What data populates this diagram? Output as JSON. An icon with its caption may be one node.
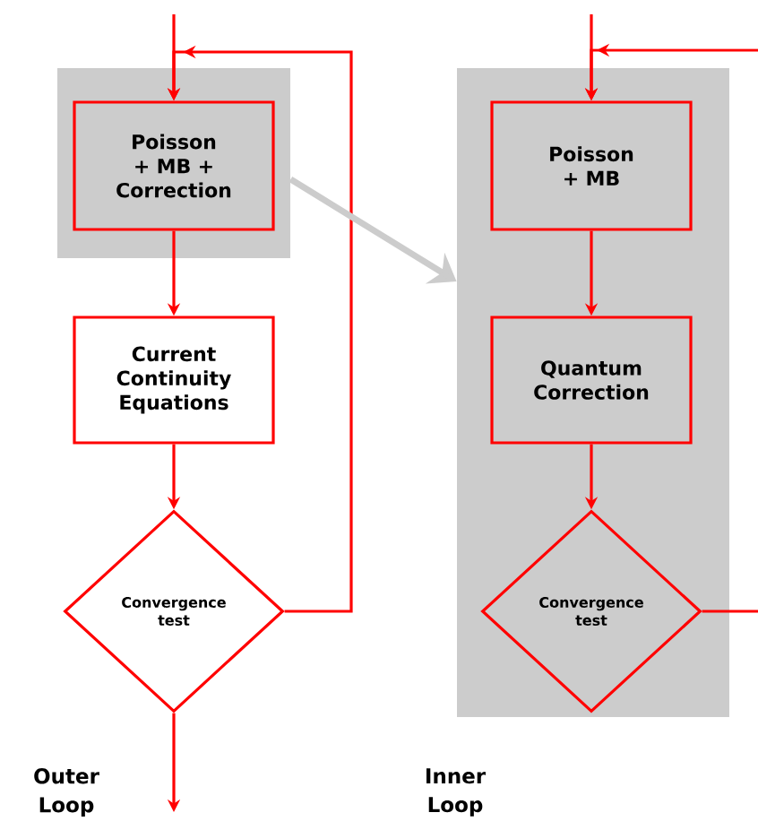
{
  "diagram": {
    "nodes": [
      {
        "text": [],
        "shape": "box"
      },
      {
        "text": [
          "Poisson + MB + Correction"
        ],
        "in": 0
      },
      {
        "text": [
          "Current Continuity Equations"
        ]
      },
      {
        "text": [
          "Convergence test"
        ]
      },
      {
        "text": [],
        "shape": "box"
      },
      {
        "text": [
          "Poisson + MB"
        ],
        "in": 4
      },
      {
        "text": [
          "Quantum Correction"
        ],
        "in": 4
      },
      {
        "text": [
          "Convergence test"
        ],
        "in": 4
      }
    ],
    "edges": [
      {
        "from": null,
        "to": 1,
        "arrow": "to"
      },
      {
        "from": 1,
        "to": 2,
        "arrow": "to"
      },
      {
        "from": 2,
        "to": 3,
        "arrow": "to"
      },
      {
        "from": 3,
        "to": 1,
        "arrow": "to"
      },
      {
        "from": 3,
        "to": null,
        "arrow": "to"
      },
      {
        "from": 0,
        "to": 4,
        "arrow": "to",
        "style": "thick",
        "color": "#cccccc"
      },
      {
        "from": null,
        "to": 5,
        "arrow": "to"
      },
      {
        "from": 5,
        "to": 6,
        "arrow": "to"
      },
      {
        "from": 6,
        "to": 7,
        "arrow": "to"
      },
      {
        "from": 7,
        "to": null,
        "arrow": "none"
      },
      {
        "from": null,
        "to": 5,
        "arrow": "to"
      }
    ],
    "labels": [
      "Outer Loop",
      "Inner Loop"
    ]
  }
}
